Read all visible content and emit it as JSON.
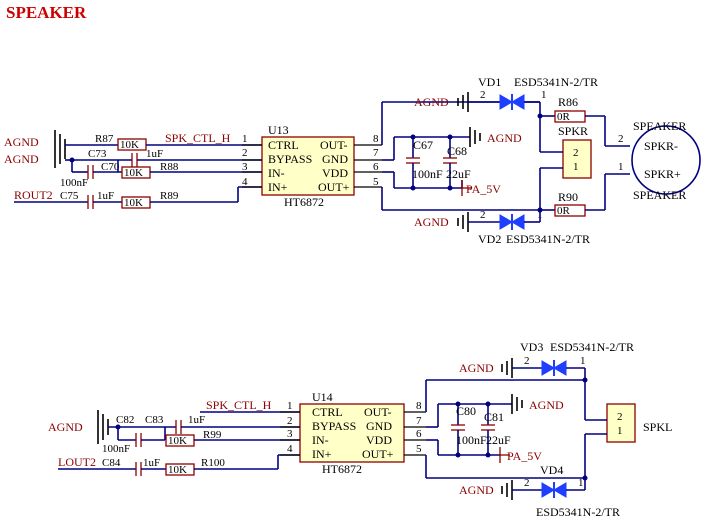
{
  "title": "SPEAKER",
  "amp_top": {
    "ref": "U13",
    "part": "HT6872",
    "pins_left": [
      {
        "num": "1",
        "name": "CTRL"
      },
      {
        "num": "2",
        "name": "BYPASS"
      },
      {
        "num": "3",
        "name": "IN-"
      },
      {
        "num": "4",
        "name": "IN+"
      }
    ],
    "pins_right": [
      {
        "num": "8",
        "name": "OUT-"
      },
      {
        "num": "7",
        "name": "GND"
      },
      {
        "num": "6",
        "name": "VDD"
      },
      {
        "num": "5",
        "name": "OUT+"
      }
    ],
    "agnd1": "AGND",
    "agnd2": "AGND",
    "r87": "R87",
    "r87_val": "10K",
    "spk_ctl": "SPK_CTL_H",
    "c73": "C73",
    "c73_val": "1uF",
    "c70": "C70",
    "c70_bot": "100nF",
    "r88": "R88",
    "r88_val": "10K",
    "rout2": "ROUT2",
    "c75": "C75",
    "c75_val": "1uF",
    "r89": "R89",
    "r89_val": "10K",
    "c67": "C67",
    "c67_val": "100nF",
    "c68": "C68",
    "c68_val": "22uF",
    "agnd_right": "AGND",
    "pa5v": "PA_5V",
    "vd1": "VD1",
    "vd1_part": "ESD5341N-2/TR",
    "vd1_agnd": "AGND",
    "vd2": "VD2",
    "vd2_part": "ESD5341N-2/TR",
    "vd2_agnd": "AGND",
    "r86": "R86",
    "r86_val": "0R",
    "r90": "R90",
    "r90_val": "0R",
    "spkr": "SPKR",
    "speaker_top": "SPEAKER",
    "speaker_bottom": "SPEAKER",
    "spkr_minus": "SPKR-",
    "spkr_plus": "SPKR+"
  },
  "amp_bottom": {
    "ref": "U14",
    "part": "HT6872",
    "pins_left": [
      {
        "num": "1",
        "name": "CTRL"
      },
      {
        "num": "2",
        "name": "BYPASS"
      },
      {
        "num": "3",
        "name": "IN-"
      },
      {
        "num": "4",
        "name": "IN+"
      }
    ],
    "pins_right": [
      {
        "num": "8",
        "name": "OUT-"
      },
      {
        "num": "7",
        "name": "GND"
      },
      {
        "num": "6",
        "name": "VDD"
      },
      {
        "num": "5",
        "name": "OUT+"
      }
    ],
    "agnd": "AGND",
    "spk_ctl": "SPK_CTL_H",
    "c82": "C82",
    "c82_bot": "100nF",
    "c83": "C83",
    "c83_val": "1uF",
    "r99": "R99",
    "r99_val": "10K",
    "lout2": "LOUT2",
    "c84": "C84",
    "c84_val": "1uF",
    "r100": "R100",
    "r100_val": "10K",
    "c80": "C80",
    "c80_val": "100nF",
    "c81": "C81",
    "c81_val": "22uF",
    "agnd_right": "AGND",
    "pa5v": "PA_5V",
    "vd3": "VD3",
    "vd3_part": "ESD5341N-2/TR",
    "vd3_agnd": "AGND",
    "vd4": "VD4",
    "vd4_part": "ESD5341N-2/TR",
    "vd4_agnd": "AGND",
    "spkl": "SPKL"
  }
}
